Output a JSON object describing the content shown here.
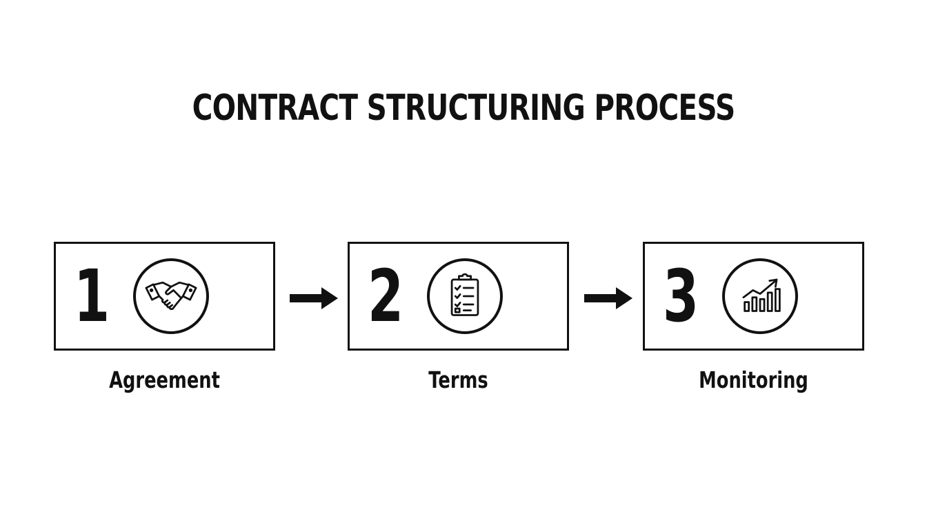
{
  "title": "CONTRACT STRUCTURING PROCESS",
  "steps": [
    {
      "number": "1",
      "label": "Agreement",
      "icon": "handshake-icon"
    },
    {
      "number": "2",
      "label": "Terms",
      "icon": "clipboard-checklist-icon"
    },
    {
      "number": "3",
      "label": "Monitoring",
      "icon": "bar-chart-growth-icon"
    }
  ],
  "colors": {
    "ink": "#111111",
    "background": "#ffffff"
  }
}
